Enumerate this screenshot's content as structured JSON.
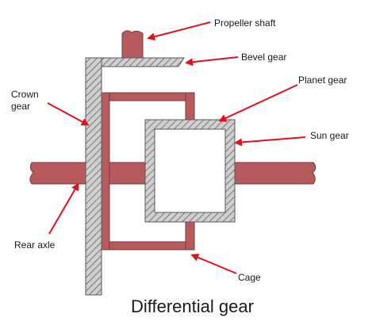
{
  "diagram": {
    "caption": "Differential gear",
    "labels": {
      "propeller_shaft": "Propeller shaft",
      "bevel_gear": "Bevel gear",
      "crown_gear_line1": "Crown",
      "crown_gear_line2": "gear",
      "planet_gear": "Planet gear",
      "sun_gear": "Sun gear",
      "rear_axle": "Rear axle",
      "cage": "Cage"
    },
    "colors": {
      "axle": "#b55a5d",
      "axle_outline": "#7a3a3c",
      "gear_fill": "#c9c9c9",
      "gear_outline": "#5a5a5a",
      "arrow": "#e0121b",
      "text": "#1a1a1a"
    }
  }
}
